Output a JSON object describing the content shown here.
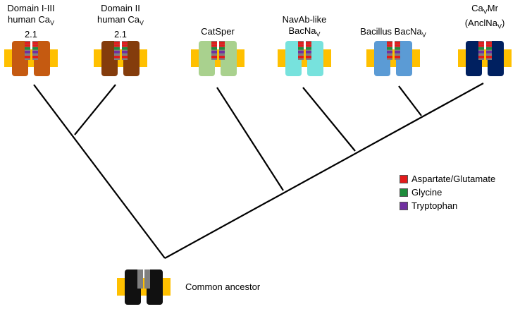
{
  "channels": [
    {
      "label_lines": [
        "Domain I-III",
        "human Ca_V",
        "2.1"
      ],
      "color": "#c55a11"
    },
    {
      "label_lines": [
        "Domain II",
        "human Ca_V",
        "2.1"
      ],
      "color": "#843c0c"
    },
    {
      "label_lines": [
        "CatSper"
      ],
      "color": "#a9d18e"
    },
    {
      "label_lines": [
        "NavAb-like",
        "BacNa_V"
      ],
      "color": "#77e2dd"
    },
    {
      "label_lines": [
        "Bacillus BacNa_V"
      ],
      "color": "#5b9bd5"
    },
    {
      "label_lines": [
        "Ca_VMr",
        "(AnclNa_V)"
      ],
      "color": "#002060"
    }
  ],
  "ancestor": {
    "label": "Common ancestor",
    "color": "#111111",
    "filter_color": "#7f7f7f"
  },
  "membrane_color": "#ffc000",
  "legend": [
    {
      "label": "Aspartate/Glutamate",
      "color": "#e21b1b"
    },
    {
      "label": "Glycine",
      "color": "#1e8c3c"
    },
    {
      "label": "Tryptophan",
      "color": "#7030a0"
    }
  ],
  "icon_names": [
    "channel-icon",
    "membrane-band"
  ]
}
